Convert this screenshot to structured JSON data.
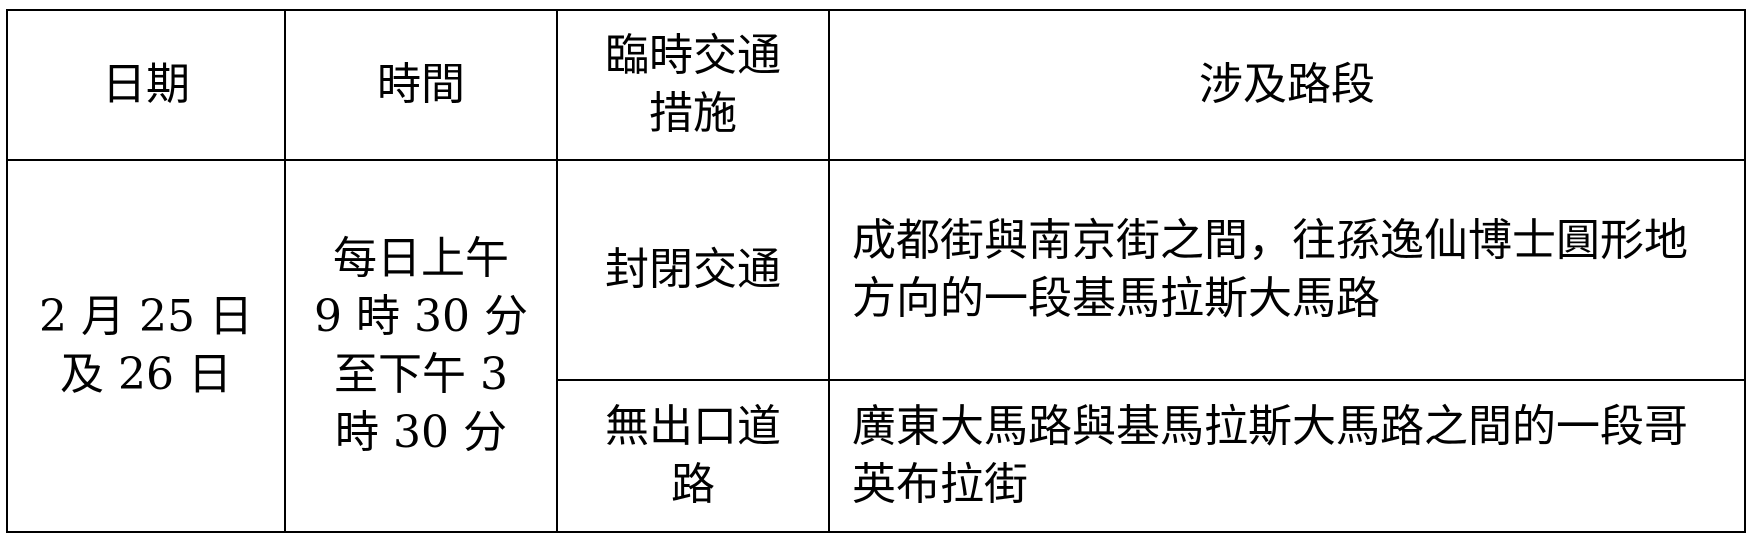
{
  "table": {
    "headers": {
      "date": "日期",
      "time": "時間",
      "measure": [
        "臨時交通",
        "措施"
      ],
      "route": "涉及路段"
    },
    "date_value": [
      "2 月 25 日",
      "及 26 日"
    ],
    "time_value": [
      "每日上午",
      "9 時 30 分",
      "至下午 3",
      "時 30 分"
    ],
    "rows": [
      {
        "measure": "封閉交通",
        "route": "成都街與南京街之間，往孫逸仙博士圓形地方向的一段基馬拉斯大馬路"
      },
      {
        "measure": [
          "無出口道",
          "路"
        ],
        "route": "廣東大馬路與基馬拉斯大馬路之間的一段哥英布拉街"
      }
    ]
  }
}
